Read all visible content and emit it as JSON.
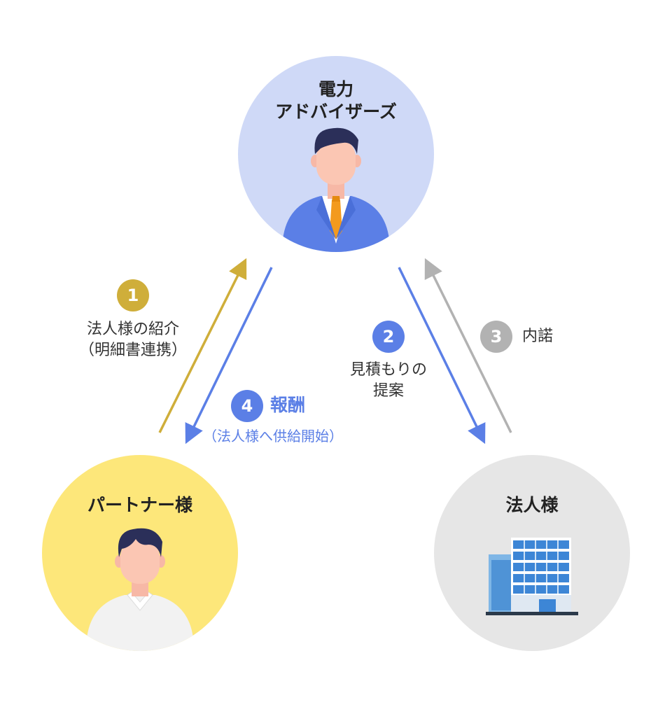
{
  "colors": {
    "gold": "#cfae3a",
    "blue": "#5b7fe6",
    "gray": "#b2b2b2",
    "advisor_bg": "#cfd9f7",
    "partner_bg": "#fde77a",
    "corp_bg": "#e6e6e6"
  },
  "nodes": {
    "advisor": {
      "line1": "電力",
      "line2": "アドバイザーズ"
    },
    "partner": {
      "title": "パートナー様"
    },
    "corporate": {
      "title": "法人様"
    }
  },
  "steps": [
    {
      "num": "1",
      "line1": "法人様の紹介",
      "line2": "（明細書連携）"
    },
    {
      "num": "2",
      "line1": "見積もりの",
      "line2": "提案"
    },
    {
      "num": "3",
      "line1": "内諾"
    },
    {
      "num": "4",
      "title": "報酬",
      "sub": "（法人様へ供給開始）"
    }
  ]
}
